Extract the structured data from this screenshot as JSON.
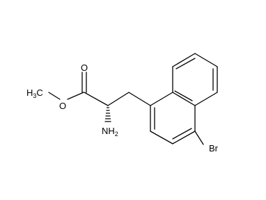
{
  "molecule": {
    "atom_labels": {
      "methyl": {
        "main": "H",
        "sub": "3",
        "tail": "C"
      },
      "ester_o": "O",
      "carbonyl_o": "O",
      "amine": {
        "main": "NH",
        "sub": "2"
      },
      "bromine": "Br"
    },
    "colors": {
      "bond": "#000000",
      "text": "#000000",
      "background": "#ffffff"
    }
  }
}
